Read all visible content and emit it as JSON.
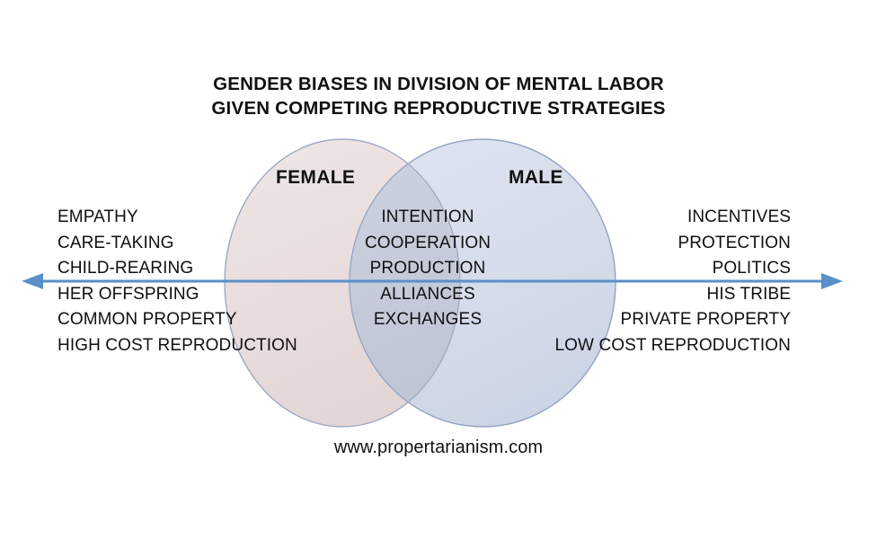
{
  "title": {
    "line1": "GENDER BIASES IN DIVISION OF MENTAL LABOR",
    "line2": "GIVEN COMPETING REPRODUCTIVE STRATEGIES"
  },
  "diagram": {
    "type": "venn",
    "left_circle": {
      "label": "FEMALE",
      "fill": "#e9dddd",
      "stroke": "#9aa7c0",
      "items": [
        "EMPATHY",
        "CARE-TAKING",
        "CHILD-REARING",
        "HER OFFSPRING",
        "COMMON PROPERTY",
        "HIGH COST REPRODUCTION"
      ]
    },
    "right_circle": {
      "label": "MALE",
      "fill": "#d4dbe9",
      "stroke": "#8fa2c2",
      "items": [
        "INCENTIVES",
        "PROTECTION",
        "POLITICS",
        "HIS TRIBE",
        "PRIVATE PROPERTY",
        "LOW COST REPRODUCTION"
      ]
    },
    "intersection": {
      "fill": "#c5cad8",
      "items": [
        "INTENTION",
        "COOPERATION",
        "PRODUCTION",
        "ALLIANCES",
        "EXCHANGES"
      ]
    },
    "axis": {
      "name": "double-headed-horizontal-arrow",
      "color": "#5b8fc9"
    }
  },
  "footer": {
    "url": "www.propertarianism.com"
  },
  "colors": {
    "background": "#ffffff",
    "text": "#101010",
    "arrow": "#5b8fc9"
  }
}
